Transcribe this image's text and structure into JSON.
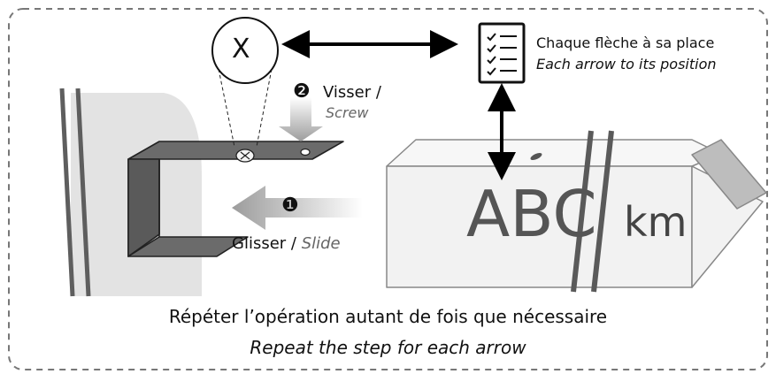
{
  "zoom_label": "X",
  "step_badges": {
    "one": "❶",
    "two": "❷"
  },
  "steps": {
    "screw": {
      "fr": "Visser /",
      "en": "Screw"
    },
    "slide": {
      "fr": "Glisser /",
      "en": "Slide"
    }
  },
  "checklist": {
    "fr": "Chaque flèche à sa place",
    "en": "Each arrow to its position"
  },
  "sign": {
    "letters": "ABC",
    "unit": "km"
  },
  "footer": {
    "fr": "Répéter l’opération autant de fois que nécessaire",
    "en": "Repeat the step for each arrow"
  },
  "colors": {
    "steel": "#6b6b6b",
    "sign_body": "#f2f2f2",
    "sign_tip": "#bdbdbd",
    "border": "#777777",
    "ink": "#111111"
  },
  "icons": [
    "checklist-icon",
    "double-arrow-icon",
    "slide-arrow-icon",
    "screw-arrow-icon",
    "magnifier-circle-icon"
  ]
}
